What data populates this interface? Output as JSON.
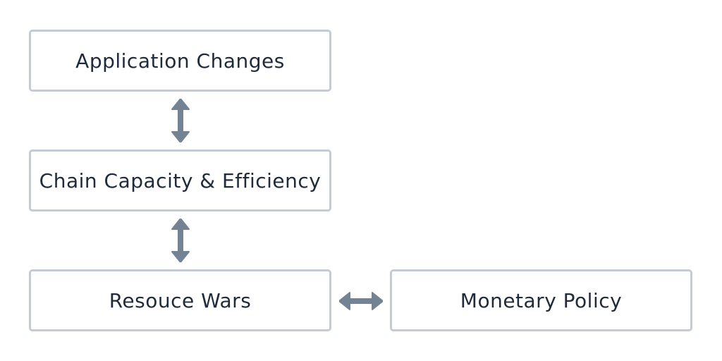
{
  "diagram": {
    "nodes": [
      {
        "id": "app",
        "label": "Application Changes"
      },
      {
        "id": "chain",
        "label": "Chain Capacity & Efficiency"
      },
      {
        "id": "wars",
        "label": "Resouce Wars"
      },
      {
        "id": "monetary",
        "label": "Monetary Policy"
      }
    ],
    "edges": [
      {
        "from": "app",
        "to": "chain",
        "direction": "both"
      },
      {
        "from": "chain",
        "to": "wars",
        "direction": "both"
      },
      {
        "from": "wars",
        "to": "monetary",
        "direction": "both"
      }
    ],
    "colors": {
      "box_border": "#c3ccd6",
      "text": "#1f2a3b",
      "arrow": "#748394"
    }
  }
}
